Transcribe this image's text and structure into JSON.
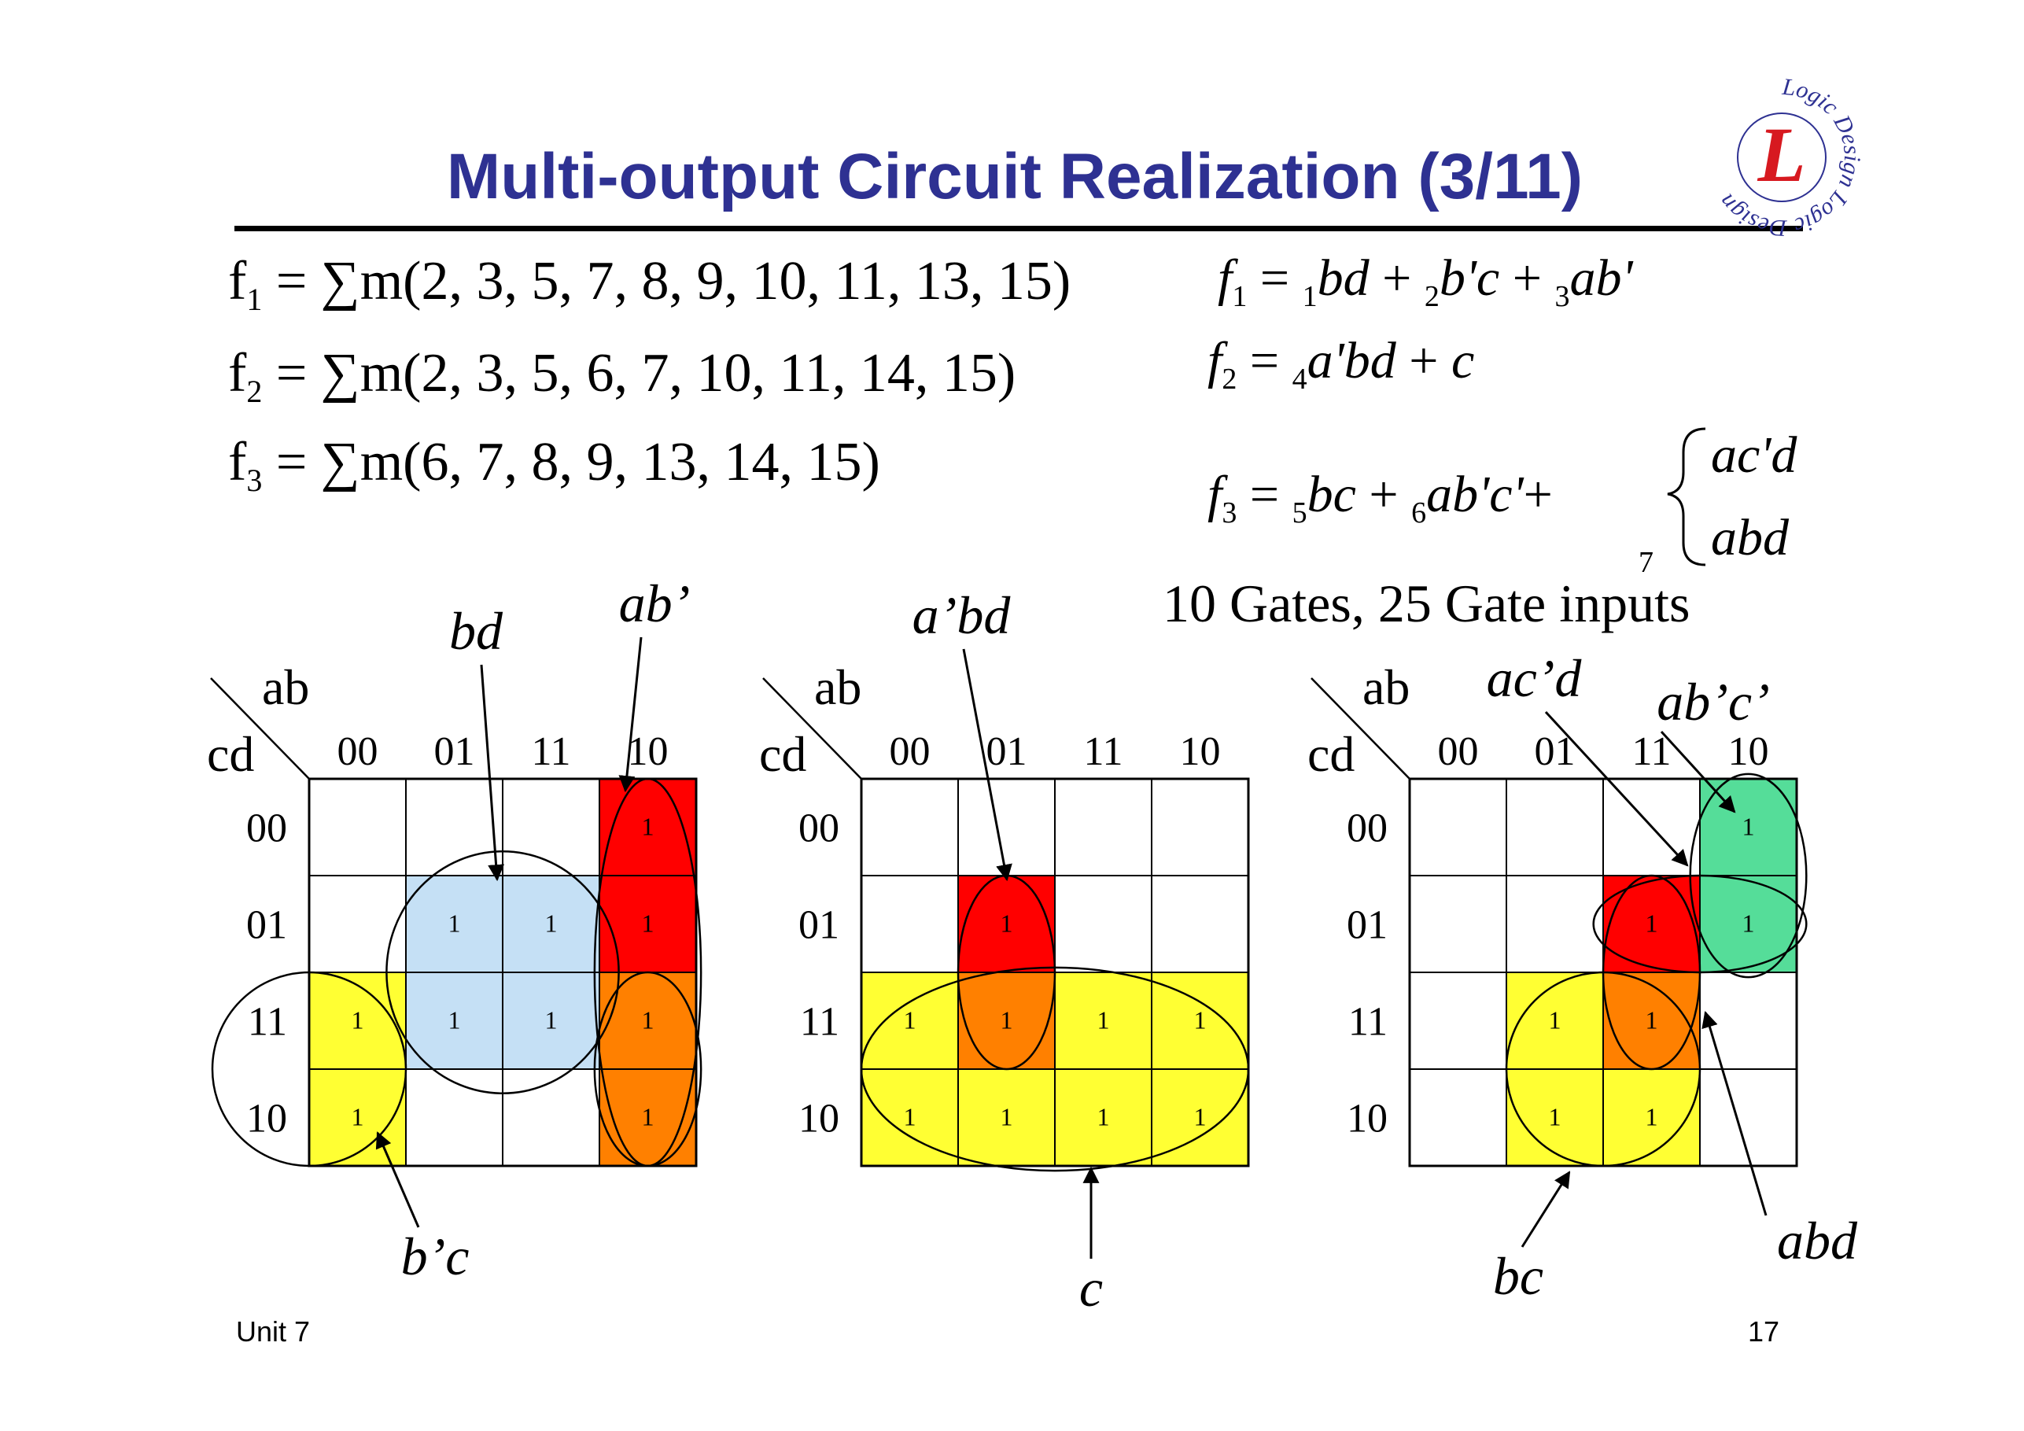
{
  "title": "Multi-output Circuit Realization (3/11)",
  "logo": {
    "letter": "L",
    "ring_text": "Logic Design Logic Design",
    "colors": {
      "ring": "#2e3192",
      "letter": "#d71920"
    }
  },
  "equations_left": [
    {
      "fn": "f",
      "sub": "1",
      "rhs": " = ∑m(2, 3, 5, 7, 8, 9, 10, 11, 13, 15)"
    },
    {
      "fn": "f",
      "sub": "2",
      "rhs": " = ∑m(2, 3, 5, 6, 7, 10, 11, 14, 15)"
    },
    {
      "fn": "f",
      "sub": "3",
      "rhs": " = ∑m(6, 7, 8, 9, 13, 14, 15)"
    }
  ],
  "equations_right": {
    "f1": {
      "fn": "f",
      "sub": "1",
      "eq": " = ",
      "terms": [
        {
          "n": "1",
          "t": "bd"
        },
        {
          "op": " + "
        },
        {
          "n": "2",
          "t": "b'c"
        },
        {
          "op": " + "
        },
        {
          "n": "3",
          "t": "ab'"
        }
      ]
    },
    "f2": {
      "fn": "f",
      "sub": "2",
      "eq": " = ",
      "terms": [
        {
          "n": "4",
          "t": "a'bd"
        },
        {
          "op": " + "
        },
        {
          "t": "c"
        }
      ]
    },
    "f3": {
      "fn": "f",
      "sub": "3",
      "eq": " = ",
      "terms": [
        {
          "n": "5",
          "t": "bc"
        },
        {
          "op": " + "
        },
        {
          "n": "6",
          "t": "ab'c'"
        },
        {
          "op": "+"
        }
      ],
      "brace_options": [
        "ac'd",
        "abd"
      ],
      "brace_index": "7"
    }
  },
  "gate_summary": "10 Gates, 25 Gate inputs",
  "kmaps": [
    {
      "row_var": "ab",
      "col_var": "cd",
      "col_headers": [
        "00",
        "01",
        "11",
        "10"
      ],
      "row_headers": [
        "00",
        "01",
        "11",
        "10"
      ],
      "cells": [
        [
          "",
          "",
          "",
          "1"
        ],
        [
          "",
          "1",
          "1",
          "1"
        ],
        [
          "1",
          "1",
          "1",
          "1"
        ],
        [
          "1",
          "",
          "",
          "1"
        ]
      ],
      "fills": [
        [
          "",
          "",
          "",
          "red"
        ],
        [
          "",
          "blue",
          "blue",
          "red"
        ],
        [
          "yellow",
          "blue",
          "blue",
          "orange"
        ],
        [
          "yellow",
          "",
          "",
          "orange"
        ]
      ],
      "labels": [
        "bd",
        "ab’",
        "b’c"
      ]
    },
    {
      "row_var": "ab",
      "col_var": "cd",
      "col_headers": [
        "00",
        "01",
        "11",
        "10"
      ],
      "row_headers": [
        "00",
        "01",
        "11",
        "10"
      ],
      "cells": [
        [
          "",
          "",
          "",
          ""
        ],
        [
          "",
          "1",
          "",
          ""
        ],
        [
          "1",
          "1",
          "1",
          "1"
        ],
        [
          "1",
          "1",
          "1",
          "1"
        ]
      ],
      "fills": [
        [
          "",
          "",
          "",
          ""
        ],
        [
          "",
          "red",
          "",
          ""
        ],
        [
          "yellow",
          "orange",
          "yellow",
          "yellow"
        ],
        [
          "yellow",
          "yellow",
          "yellow",
          "yellow"
        ]
      ],
      "labels": [
        "a’bd",
        "c"
      ]
    },
    {
      "row_var": "ab",
      "col_var": "cd",
      "col_headers": [
        "00",
        "01",
        "11",
        "10"
      ],
      "row_headers": [
        "00",
        "01",
        "11",
        "10"
      ],
      "cells": [
        [
          "",
          "",
          "",
          "1"
        ],
        [
          "",
          "",
          "1",
          "1"
        ],
        [
          "",
          "1",
          "1",
          ""
        ],
        [
          "",
          "1",
          "1",
          ""
        ]
      ],
      "fills": [
        [
          "",
          "",
          "",
          "green"
        ],
        [
          "",
          "",
          "red",
          "green"
        ],
        [
          "",
          "yellow",
          "orange",
          ""
        ],
        [
          "",
          "yellow",
          "yellow",
          ""
        ]
      ],
      "labels": [
        "ac’d",
        "ab’c’",
        "bc",
        "abd"
      ]
    }
  ],
  "colors": {
    "title": "#2e3192",
    "red": "#ff0000",
    "orange": "#ff8000",
    "yellow": "#ffff33",
    "blue": "#c5e0f5",
    "green": "#55dd99"
  },
  "footer": {
    "left": "Unit 7",
    "page": "17"
  }
}
